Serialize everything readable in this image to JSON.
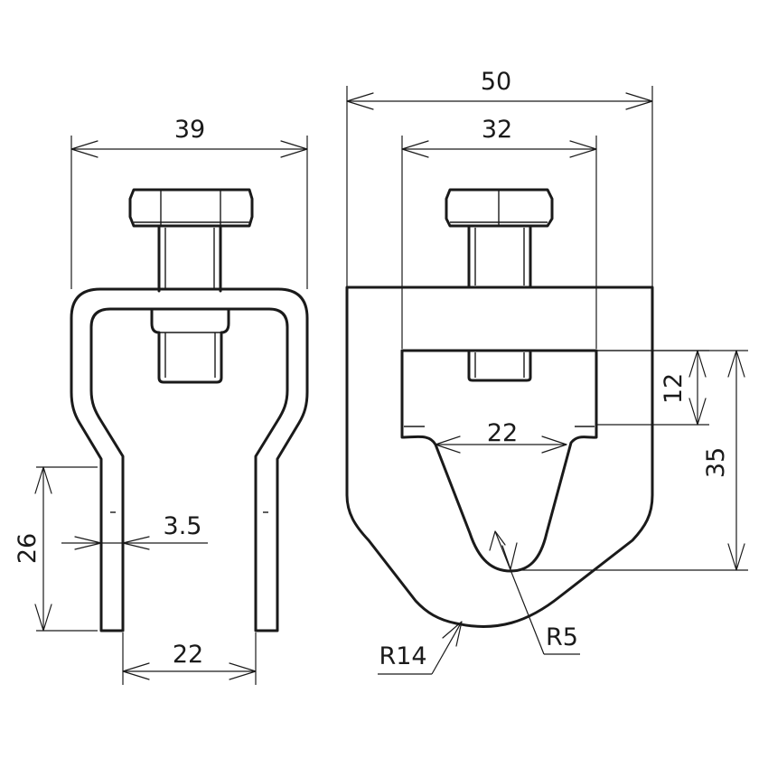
{
  "dimensions": {
    "left_width": "39",
    "left_gap": "22",
    "left_height": "26",
    "left_thickness": "3.5",
    "right_width": "50",
    "right_inner_width": "32",
    "right_slot_width": "22",
    "right_step": "12",
    "right_depth": "35",
    "outer_radius": "R14",
    "inner_radius": "R5"
  },
  "colors": {
    "line": "#1a1a1a",
    "background": "#ffffff"
  }
}
